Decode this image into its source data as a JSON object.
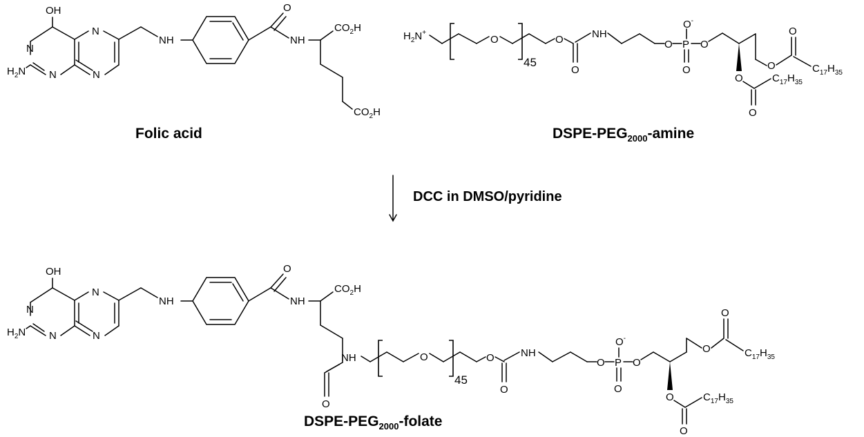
{
  "compounds": {
    "folic_acid": {
      "name": "Folic acid"
    },
    "dspe_peg_amine": {
      "name_main": "DSPE-PEG",
      "name_sub": "2000",
      "name_suffix": "-amine"
    },
    "dspe_peg_folate": {
      "name_main": "DSPE-PEG",
      "name_sub": "2000",
      "name_suffix": "-folate"
    }
  },
  "reaction": {
    "reagent": "DCC in DMSO/pyridine"
  },
  "peg_repeat": "45",
  "atoms": {
    "OH": "OH",
    "N": "N",
    "NH": "NH",
    "H2N_H": "H",
    "H2N_2": "2",
    "H2N_N": "N",
    "H2Nplus_H": "H",
    "H2Nplus_2": "2",
    "H2Nplus_N": "N",
    "plus": "+",
    "O": "O",
    "P": "P",
    "O_minus": "O",
    "minus": "-",
    "CO2H_C": "CO",
    "CO2H_2": "2",
    "CO2H_H": "H",
    "C": "C",
    "H": "H",
    "n17": "17",
    "n35": "35"
  }
}
